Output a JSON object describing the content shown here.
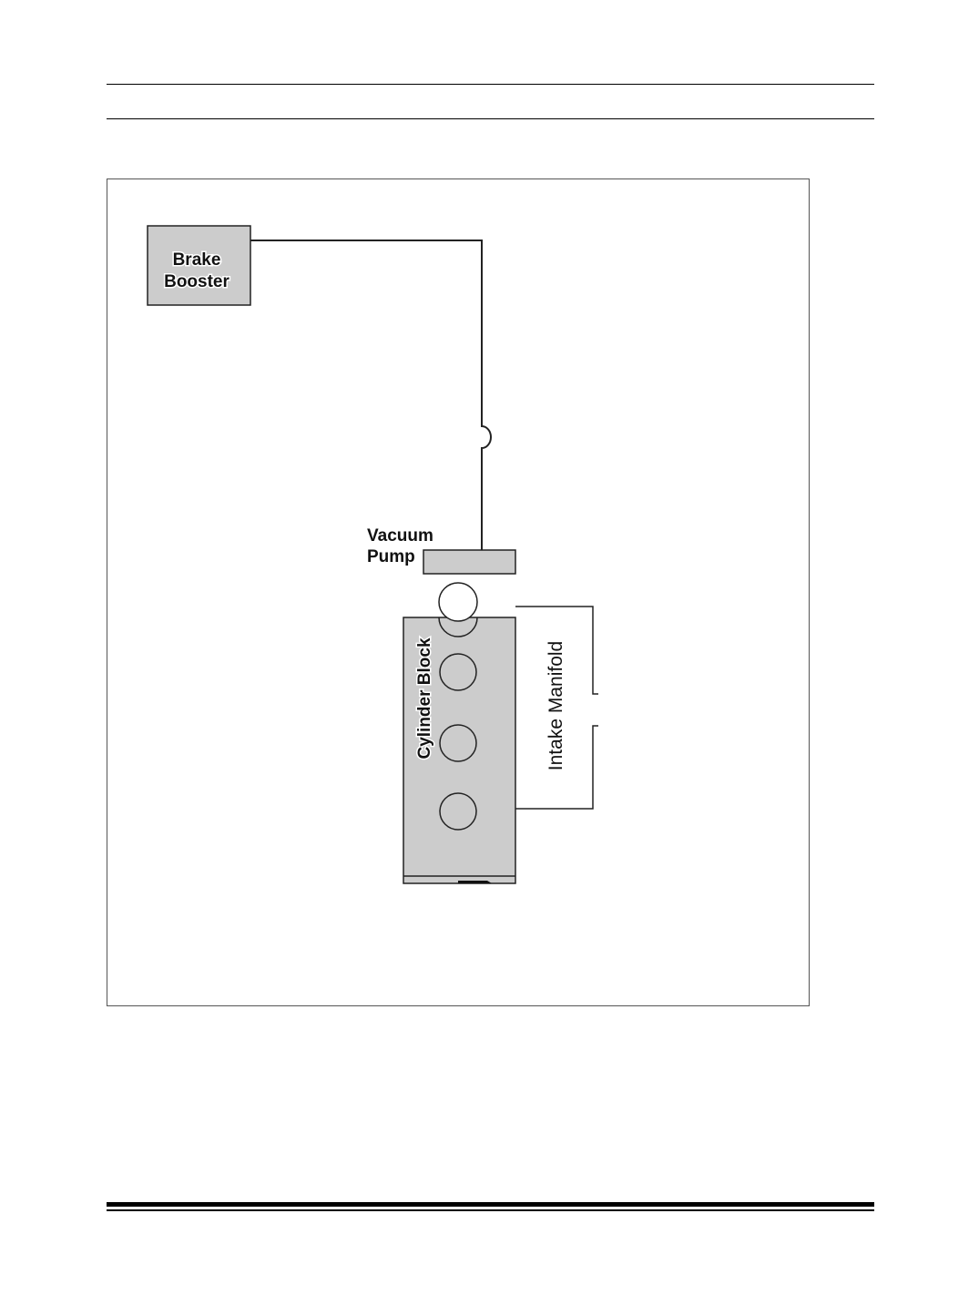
{
  "diagram": {
    "brake_booster": {
      "line1": "Brake",
      "line2": "Booster"
    },
    "vacuum_pump": {
      "line1": "Vacuum",
      "line2": "Pump"
    },
    "cylinder_block": {
      "label": "Cylinder Block"
    },
    "intake_manifold": {
      "label": "Intake Manifold"
    },
    "colors": {
      "component_fill": "#cccccc",
      "stroke": "#222222"
    }
  }
}
